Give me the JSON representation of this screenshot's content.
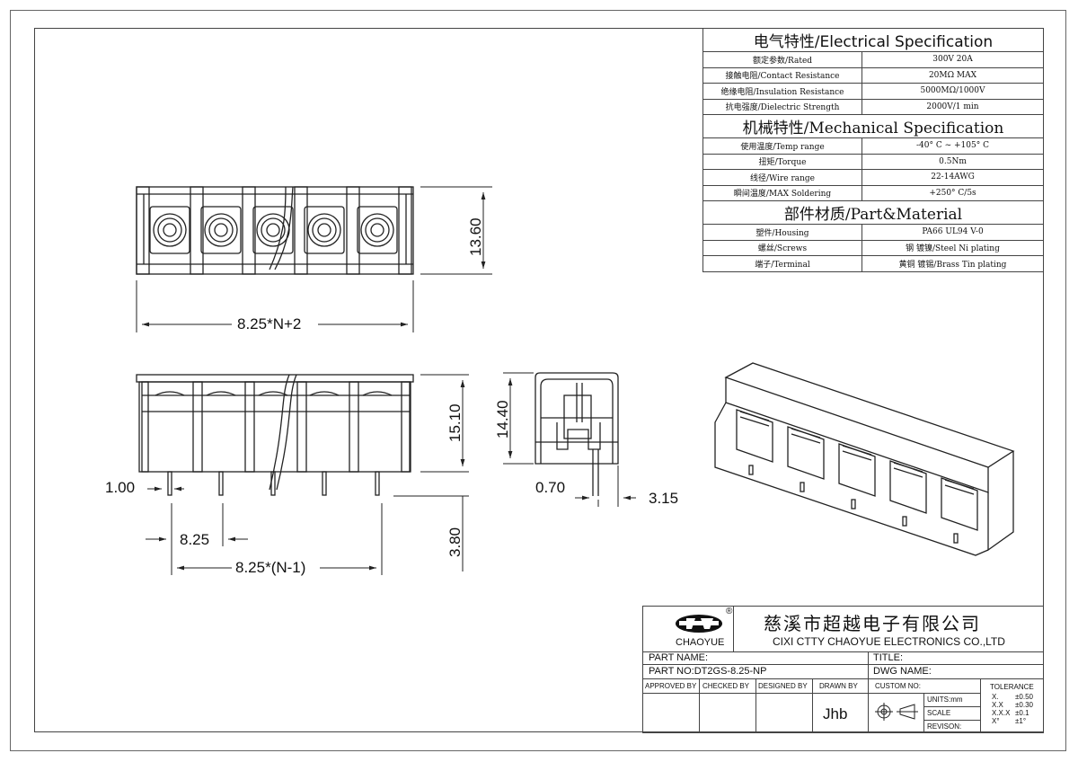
{
  "spec": {
    "electrical_title": "电气特性/Electrical Specification",
    "electrical_rows": [
      {
        "label": "额定参数/Rated",
        "value": "300V 20A"
      },
      {
        "label": "接触电阻/Contact Resistance",
        "value": "20MΩ MAX"
      },
      {
        "label": "绝缘电阻/Insulation Resistance",
        "value": "5000MΩ/1000V"
      },
      {
        "label": "抗电强度/Dielectric Strength",
        "value": "2000V/1 min"
      }
    ],
    "mechanical_title": "机械特性/Mechanical Specification",
    "mechanical_rows": [
      {
        "label": "使用温度/Temp range",
        "value": "-40° C ~ +105° C"
      },
      {
        "label": "扭矩/Torque",
        "value": "0.5Nm"
      },
      {
        "label": "线径/Wire range",
        "value": "22-14AWG"
      },
      {
        "label": "瞬间温度/MAX Soldering",
        "value": "+250° C/5s"
      }
    ],
    "material_title": "部件材质/Part&Material",
    "material_rows": [
      {
        "label": "塑件/Housing",
        "value": "PA66 UL94 V-0"
      },
      {
        "label": "螺丝/Screws",
        "value": "钢 镀镍/Steel Ni plating"
      },
      {
        "label": "端子/Terminal",
        "value": "黄铜 镀锡/Brass Tin plating"
      }
    ]
  },
  "dims": {
    "top_height": "13.60",
    "top_width": "8.25*N+2",
    "front_height": "15.10",
    "pin_length": "3.80",
    "pin_width": "1.00",
    "pitch": "8.25",
    "span": "8.25*(N-1)",
    "side_height": "14.40",
    "side_pin": "0.70",
    "side_offset": "3.15"
  },
  "title_block": {
    "logo_text": "CHAOYUE",
    "logo_mark": "®",
    "company_cn": "慈溪市超越电子有限公司",
    "company_en": "CIXI CTTY CHAOYUE ELECTRONICS CO.,LTD",
    "part_name_label": "PART NAME:",
    "title_label": "TITLE:",
    "part_no": "PART NO:DT2GS-8.25-NP",
    "dwg_name_label": "DWG NAME:",
    "approved_by": "APPROVED BY",
    "checked_by": "CHECKED BY",
    "designed_by": "DESIGNED BY",
    "drawn_by": "DRAWN BY",
    "drawn_by_value": "Jhb",
    "custom_no": "CUSTOM NO:",
    "units": "UNITS:mm",
    "scale": "SCALE",
    "revison": "REVISON:",
    "tolerance_title": "TOLERANCE",
    "tolerance_rows": [
      {
        "k": "X.",
        "v": "±0.50"
      },
      {
        "k": "X.X",
        "v": "±0.30"
      },
      {
        "k": "X.X.X",
        "v": "±0.1"
      },
      {
        "k": "X°",
        "v": "±1°"
      }
    ]
  },
  "colors": {
    "line": "#222222",
    "border": "#444444"
  }
}
